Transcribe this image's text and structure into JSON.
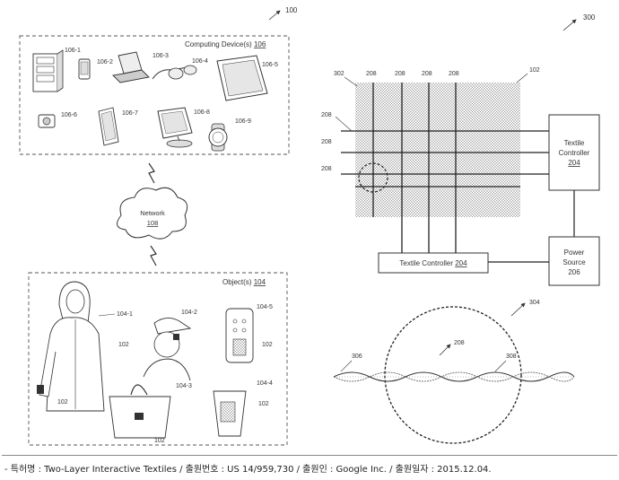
{
  "fig100": {
    "ref": "100",
    "computing_title": "Computing Device(s)",
    "computing_ref": "106",
    "devices": [
      "106-1",
      "106-2",
      "106-3",
      "106-4",
      "106-5",
      "106-6",
      "106-7",
      "106-8",
      "106-9"
    ],
    "network_label": "Network",
    "network_ref": "108",
    "objects_title": "Object(s)",
    "objects_ref": "104",
    "objects": [
      "104-1",
      "104-2",
      "104-3",
      "104-4",
      "104-5"
    ],
    "controller_ref": "102"
  },
  "fig300": {
    "ref": "300",
    "grid_ref": "302",
    "controller_ref": "102",
    "thread_ref": "208",
    "textile_controller_line1": "Textile",
    "textile_controller_line2": "Controller",
    "textile_controller_ref": "204",
    "bottom_controller_label": "Textile Controller",
    "bottom_controller_ref": "204",
    "power_line1": "Power",
    "power_line2": "Source",
    "power_ref": "206",
    "detail_ref": "304",
    "thread_left_ref": "306",
    "thread_right_ref": "308",
    "detail_thread_ref": "208"
  },
  "caption": "- 특허명 : Two-Layer Interactive Textiles / 출원번호 : US 14/959,730 / 출원인 : Google Inc. / 출원일자 : 2015.12.04."
}
